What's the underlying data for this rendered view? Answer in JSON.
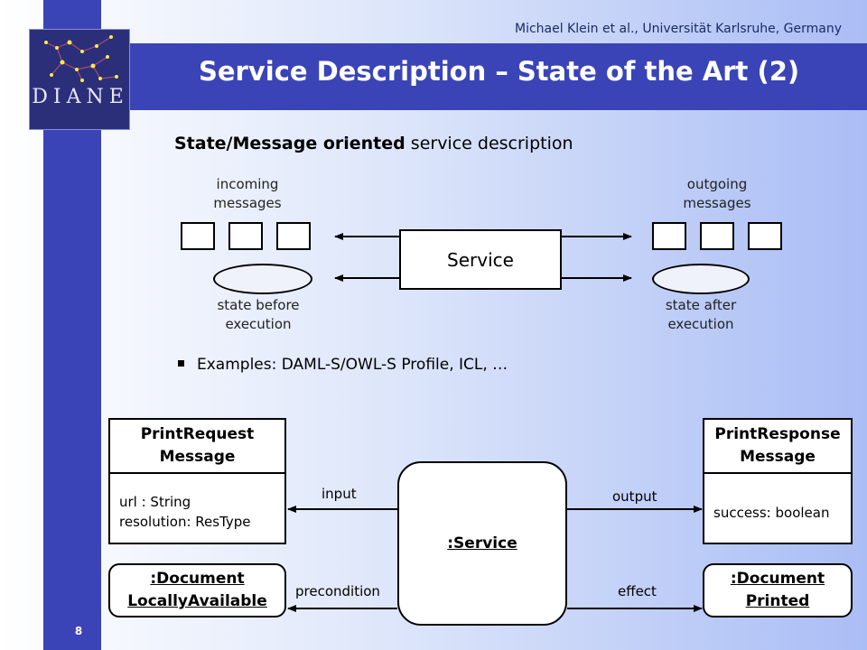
{
  "header": {
    "credit": "Michael Klein et al., Universität Karlsruhe, Germany",
    "title": "Service Description – State of the Art (2)",
    "logo_text": "DIANE",
    "page_number": "8"
  },
  "subtitle": {
    "bold": "State/Message oriented",
    "rest": " service description"
  },
  "diagram1": {
    "incoming_label": [
      "incoming",
      "messages"
    ],
    "outgoing_label": [
      "outgoing",
      "messages"
    ],
    "service_label": "Service",
    "state_before": [
      "state before",
      "execution"
    ],
    "state_after": [
      "state after",
      "execution"
    ]
  },
  "bullet": "Examples: DAML-S/OWL-S Profile, ICL, …",
  "diagram2": {
    "request": {
      "title": [
        "PrintRequest",
        "Message"
      ],
      "attrs": [
        "url : String",
        "resolution: ResType"
      ]
    },
    "response": {
      "title": [
        "PrintResponse",
        "Message"
      ],
      "attrs": [
        "success: boolean"
      ]
    },
    "doc_available": [
      "Document",
      "LocallyAvailable"
    ],
    "doc_printed": [
      "Document",
      "Printed"
    ],
    "service": ":Service",
    "edges": {
      "input": "input",
      "output": "output",
      "precondition": "precondition",
      "effect": "effect"
    }
  }
}
